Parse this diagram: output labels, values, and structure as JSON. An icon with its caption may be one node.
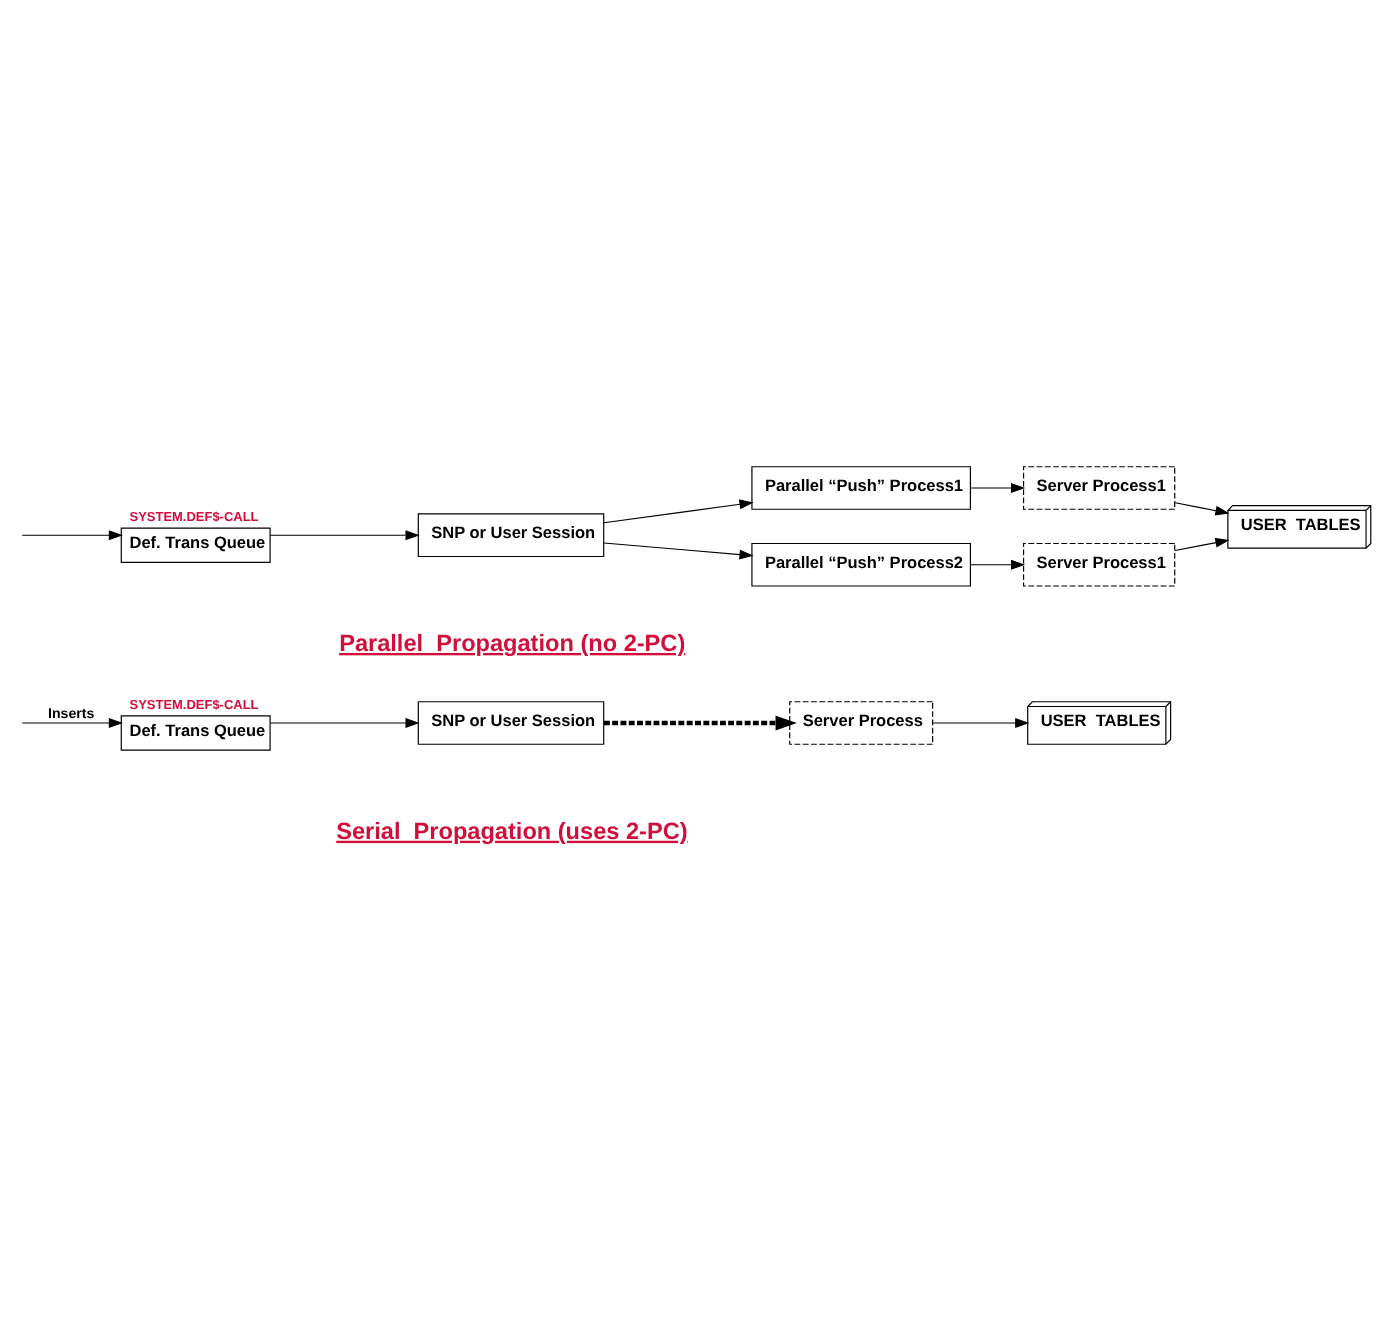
{
  "diagram": {
    "nodes": [
      {
        "text": [
          "Def. Trans Queue"
        ],
        "beside": [
          "SYSTEM.DEF$-CALL"
        ]
      },
      {
        "text": [
          "SNP or User Session"
        ]
      },
      {
        "text": [
          "Server Process"
        ]
      },
      {
        "text": [
          "USER  TABLES"
        ]
      },
      {
        "text": [
          "Def. Trans Queue"
        ],
        "beside": [
          "SYSTEM.DEF$-CALL"
        ]
      },
      {
        "text": [
          "SNP or User Session"
        ]
      },
      {
        "text": [
          "Parallel “Push” Process1"
        ]
      },
      {
        "text": [
          "Parallel “Push” Process2"
        ]
      },
      {
        "text": [
          "Server Process1"
        ]
      },
      {
        "text": [
          "Server Process1"
        ]
      },
      {
        "text": [
          "USER  TABLES"
        ]
      }
    ],
    "edges": [
      {
        "from": null,
        "to": 0,
        "arrow": "to",
        "label": "Inserts"
      },
      {
        "from": 0,
        "to": 1,
        "arrow": "to"
      },
      {
        "from": 1,
        "to": 2,
        "arrow": "to",
        "style": "dashed"
      },
      {
        "from": 2,
        "to": 3,
        "arrow": "to"
      },
      {
        "from": null,
        "to": 4,
        "arrow": "to"
      },
      {
        "from": 4,
        "to": 5,
        "arrow": "to"
      },
      {
        "from": 5,
        "to": 6,
        "arrow": "to"
      },
      {
        "from": 5,
        "to": 7,
        "arrow": "to"
      },
      {
        "from": 6,
        "to": 8,
        "arrow": "to"
      },
      {
        "from": 7,
        "to": 9,
        "arrow": "to"
      },
      {
        "from": 8,
        "to": 10,
        "arrow": "to"
      },
      {
        "from": 9,
        "to": 10,
        "arrow": "to"
      }
    ],
    "labels": [
      "Serial  Propagation (uses 2-PC)",
      "Parallel  Propagation (no 2-PC)"
    ]
  }
}
